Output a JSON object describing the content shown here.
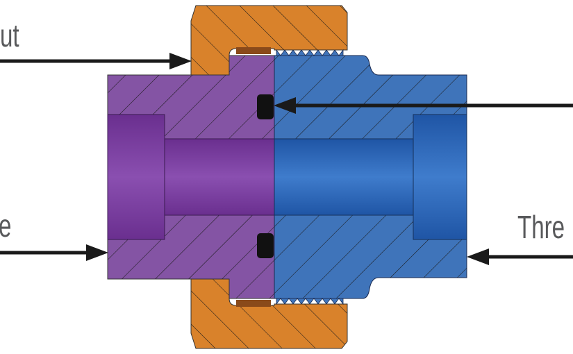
{
  "labels": {
    "nut": "ut",
    "tail": "e",
    "thread_end": "Thre"
  },
  "colors": {
    "nut": "#d9822b",
    "tail_piece": "#8454a4",
    "thread_piece": "#3f74ba",
    "oring": "#111111",
    "text": "#58595b",
    "arrow": "#1a1a1a"
  }
}
